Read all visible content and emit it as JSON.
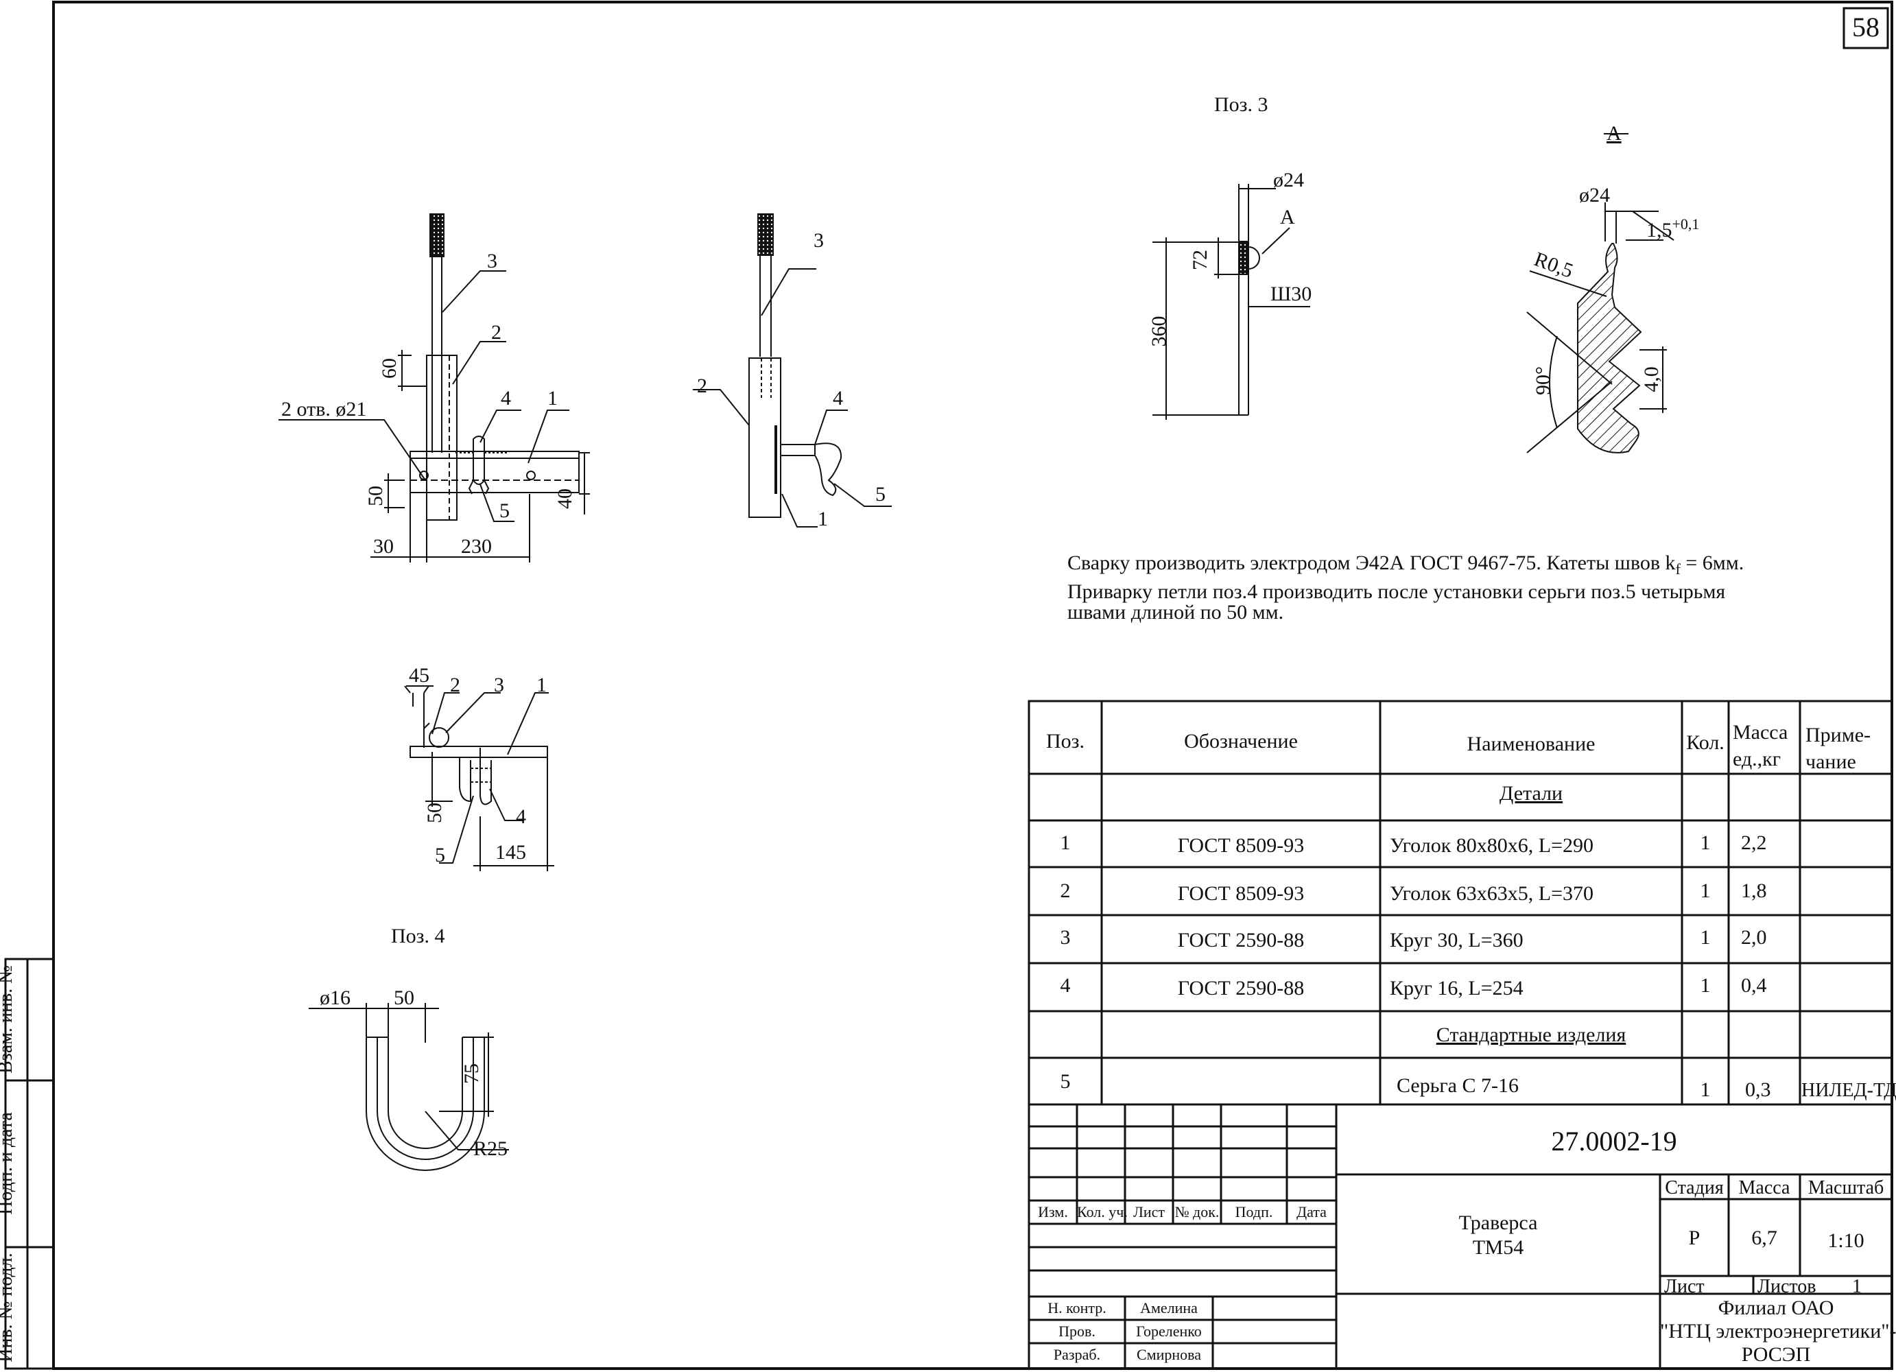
{
  "sheet_number": "58",
  "views": {
    "front": {
      "labels": [
        "3",
        "2",
        "4",
        "1",
        "5"
      ],
      "dims": {
        "hole_note": "2 отв.  ø21",
        "d60": "60",
        "d50": "50",
        "d40": "40",
        "d30": "30",
        "d230": "230"
      }
    },
    "side": {
      "labels": [
        "3",
        "2",
        "4",
        "1",
        "5"
      ]
    },
    "top": {
      "labels": [
        "2",
        "3",
        "1",
        "4",
        "5"
      ],
      "dims": {
        "d45": "45",
        "d50": "50",
        "d145": "145"
      }
    },
    "pos4": {
      "title": "Поз. 4",
      "dims": {
        "d16": "ø16",
        "d50": "50",
        "d75": "75",
        "r25": "R25"
      }
    },
    "pos3": {
      "title": "Поз. 3",
      "dims": {
        "d24": "ø24",
        "mark": "A",
        "d72": "72",
        "d360": "360",
        "sh30": "Ш30"
      }
    },
    "detailA": {
      "title": "A",
      "dims": {
        "d24": "ø24",
        "d15": "1,5",
        "d15_sup": "+0,1",
        "r05": "R0,5",
        "a90": "90°",
        "d40": "4,0"
      }
    }
  },
  "notes": {
    "line1a": "Сварку производить электродом Э42А ГОСТ 9467-75.  Катеты швов k",
    "line1sub": "f",
    "line1b": " = 6мм.",
    "line2": "Приварку петли поз.4 производить после установки серьги поз.5 четырьмя",
    "line3": "швами длиной по 50 мм."
  },
  "spec_table": {
    "headers": {
      "pos": "Поз.",
      "oboz": "Обозначение",
      "naim": "Наименование",
      "kol": "Кол.",
      "massa": "Масса ед.,кг",
      "prim": "Приме- чание"
    },
    "section_details": "Детали",
    "section_std": "Стандартные изделия",
    "rows": [
      {
        "pos": "1",
        "oboz": "ГОСТ 8509-93",
        "naim": "Уголок 80х80х6, L=290",
        "kol": "1",
        "massa": "2,2",
        "prim": ""
      },
      {
        "pos": "2",
        "oboz": "ГОСТ 8509-93",
        "naim": "Уголок 63х63х5,  L=370",
        "kol": "1",
        "massa": "1,8",
        "prim": ""
      },
      {
        "pos": "3",
        "oboz": "ГОСТ 2590-88",
        "naim": "Круг 30, L=360",
        "kol": "1",
        "massa": "2,0",
        "prim": ""
      },
      {
        "pos": "4",
        "oboz": "ГОСТ 2590-88",
        "naim": "Круг 16, L=254",
        "kol": "1",
        "massa": "0,4",
        "prim": ""
      }
    ],
    "std_rows": [
      {
        "pos": "5",
        "oboz": "",
        "naim": "Серьга С 7-16",
        "kol": "1",
        "massa": "0,3",
        "prim": "НИЛЕД-ТД"
      }
    ]
  },
  "title_block": {
    "doc_number": "27.0002-19",
    "title_line1": "Траверса",
    "title_line2": "ТМ54",
    "col_headers": [
      "Изм.",
      "Кол. уч.",
      "Лист",
      "№ док.",
      "Подп.",
      "Дата"
    ],
    "stage_label": "Стадия",
    "mass_label": "Масса",
    "scale_label": "Масштаб",
    "stage": "Р",
    "mass": "6,7",
    "scale": "1:10",
    "sheet_label": "Лист",
    "sheets_label": "Листов",
    "sheets_value": "1",
    "org_line1": "Филиал ОАО",
    "org_line2": "\"НТЦ электроэнергетики\"-",
    "org_line3": "РОСЭП",
    "people": [
      {
        "role": "Н. контр.",
        "name": "Амелина"
      },
      {
        "role": "Пров.",
        "name": "Гореленко"
      },
      {
        "role": "Разраб.",
        "name": "Смирнова"
      }
    ]
  },
  "side_stamp": {
    "vzam": "Взам. инв. №",
    "podp": "Подп. и дата",
    "inv": "Инв. № подл."
  }
}
